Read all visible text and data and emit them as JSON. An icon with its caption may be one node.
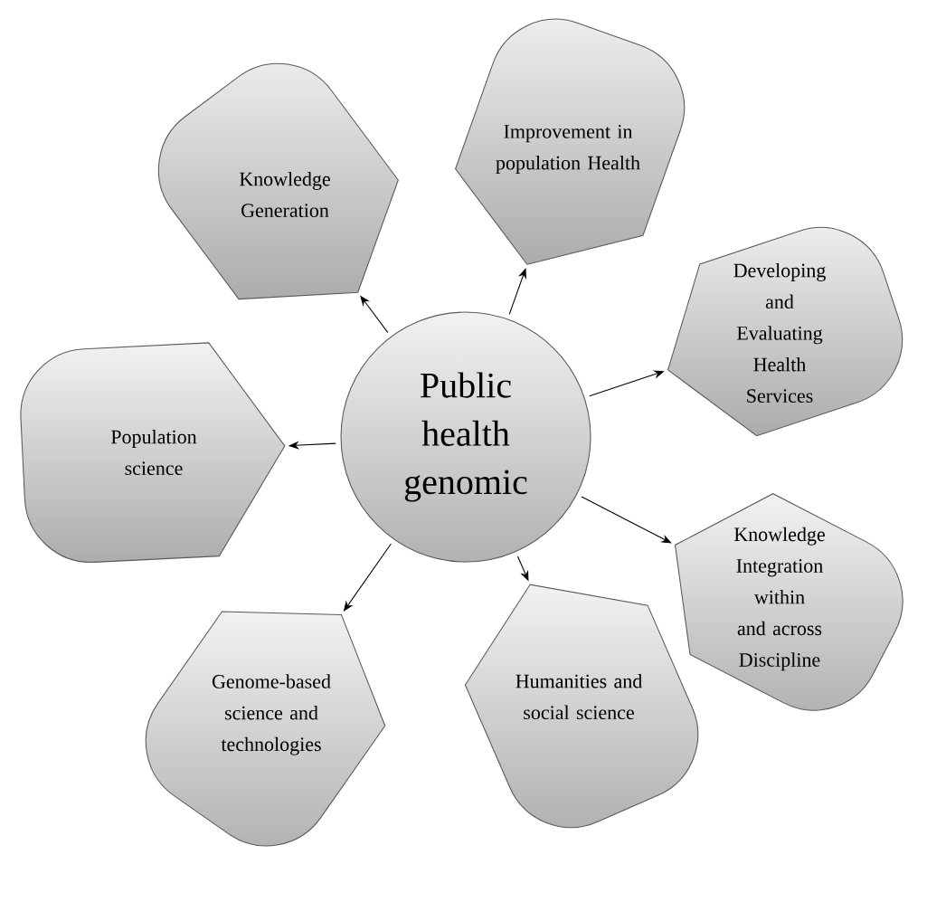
{
  "diagram": {
    "nodes": [
      {
        "text": [
          "Public health genomic"
        ]
      },
      {
        "text": [
          "Knowledge Generation"
        ]
      },
      {
        "text": [
          "Improvement in population Health"
        ]
      },
      {
        "text": [
          "Developing and Evaluating Health Services"
        ]
      },
      {
        "text": [
          "Knowledge Integration within and across Discipline"
        ]
      },
      {
        "text": [
          "Humanities and social science"
        ]
      },
      {
        "text": [
          "Genome-based science and technologies"
        ]
      },
      {
        "text": [
          "Population science"
        ]
      }
    ],
    "edges": [
      {
        "from": 0,
        "to": 1,
        "arrow": "to"
      },
      {
        "from": 0,
        "to": 2,
        "arrow": "to"
      },
      {
        "from": 0,
        "to": 3,
        "arrow": "to"
      },
      {
        "from": 0,
        "to": 4,
        "arrow": "to"
      },
      {
        "from": 0,
        "to": 5,
        "arrow": "to"
      },
      {
        "from": 0,
        "to": 6,
        "arrow": "to"
      },
      {
        "from": 0,
        "to": 7,
        "arrow": "to"
      }
    ]
  }
}
